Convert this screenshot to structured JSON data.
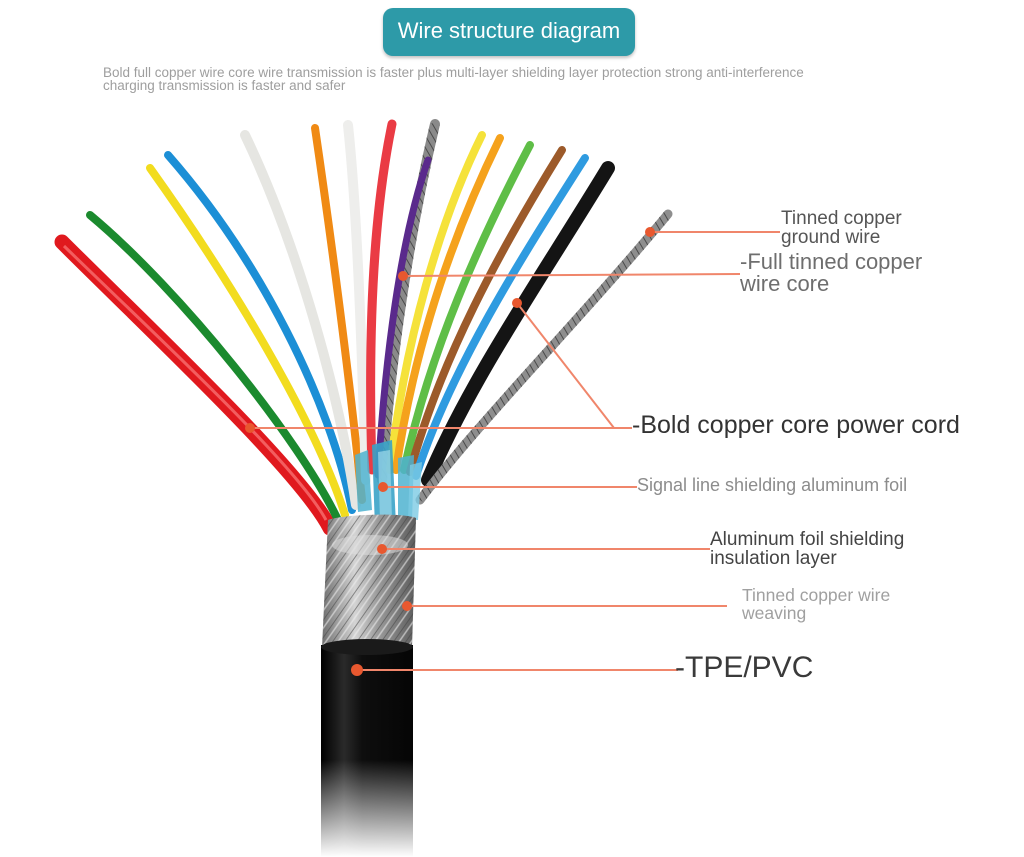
{
  "title": "Wire structure diagram",
  "subtitle": {
    "line1": "Bold full copper wire core wire transmission is faster plus multi-layer shielding layer protection strong anti-interference",
    "line2": "charging transmission is faster and safer"
  },
  "labels": {
    "ground_wire": {
      "line1": "Tinned copper",
      "line2": "ground wire"
    },
    "wire_core": {
      "line1": "-Full tinned copper",
      "line2": "wire core"
    },
    "power_cord": "-Bold copper core power cord",
    "signal_foil": "Signal line shielding aluminum foil",
    "alu_layer": {
      "line1": "Aluminum foil shielding",
      "line2": "insulation layer"
    },
    "weaving": {
      "line1": "Tinned copper wire",
      "line2": "weaving"
    },
    "jacket": "-TPE/PVC"
  },
  "colors": {
    "title_bg": "#2d9aa8",
    "leader_line": "#f0866b",
    "leader_dot": "#e8582f",
    "jacket": "#111111",
    "foil": "#4fb3d0"
  },
  "wires": [
    {
      "name": "red-wire",
      "color": "#e0191e"
    },
    {
      "name": "green-wire",
      "color": "#1b8a2e"
    },
    {
      "name": "yellow-wire",
      "color": "#f2dc1e"
    },
    {
      "name": "blue-wire",
      "color": "#1c8fd6"
    },
    {
      "name": "white-wire",
      "color": "#ececea"
    },
    {
      "name": "orange-wire",
      "color": "#f08a14"
    },
    {
      "name": "white-wire-2",
      "color": "#f1f1ef"
    },
    {
      "name": "red-wire-2",
      "color": "#ea3b44"
    },
    {
      "name": "purple-wire",
      "color": "#5a2a8c"
    },
    {
      "name": "yellow-wire-2",
      "color": "#f5e23a"
    },
    {
      "name": "orange-wire-2",
      "color": "#f5a21c"
    },
    {
      "name": "green-wire-2",
      "color": "#5fbe47"
    },
    {
      "name": "brown-wire",
      "color": "#9c5a2a"
    },
    {
      "name": "blue-wire-2",
      "color": "#2f9be0"
    },
    {
      "name": "black-wire",
      "color": "#141414"
    }
  ]
}
